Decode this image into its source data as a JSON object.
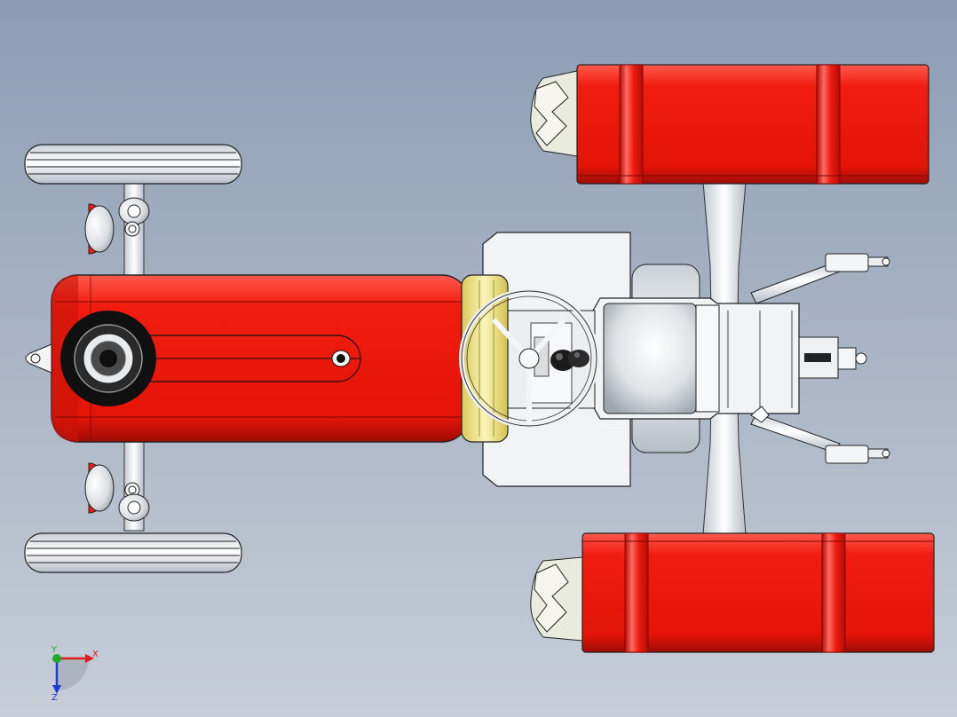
{
  "viewport": {
    "background_top": "#8c9db4",
    "background_bottom": "#c7ced8"
  },
  "model": {
    "colors": {
      "body_red": "#ee1c12",
      "body_red_dark": "#a80d06",
      "body_red_light": "#ff6a5e",
      "grille_yellow": "#f6eb9a",
      "steel_light": "#f1f3f5",
      "steel_shadow": "#b9c0c8",
      "outline": "#1a1a1a"
    }
  },
  "triad": {
    "x_label": "X",
    "y_label": "Y",
    "z_label": "Z",
    "x_color": "#e01b1b",
    "y_color": "#1faa2a",
    "z_color": "#1f3bd6"
  }
}
